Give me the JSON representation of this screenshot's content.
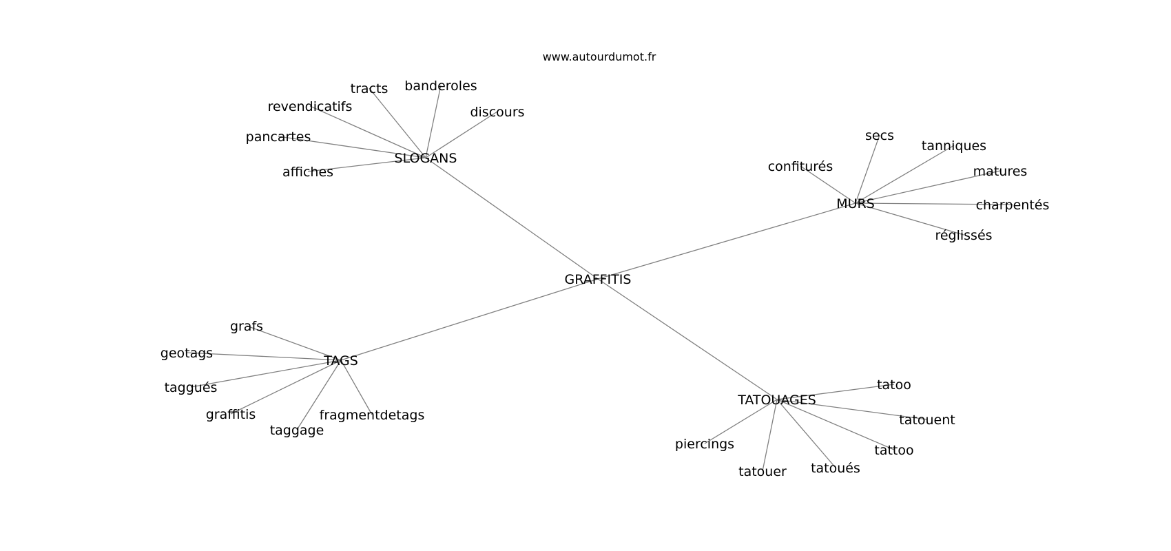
{
  "site": "www.autourdumot.fr",
  "center": "GRAFFITIS",
  "hubs": [
    {
      "id": "slogans",
      "label": "SLOGANS",
      "leaves": [
        "tracts",
        "banderoles",
        "discours",
        "revendicatifs",
        "pancartes",
        "affiches"
      ]
    },
    {
      "id": "murs",
      "label": "MURS",
      "leaves": [
        "secs",
        "tanniques",
        "confiturés",
        "matures",
        "charpentés",
        "réglissés"
      ]
    },
    {
      "id": "tags",
      "label": "TAGS",
      "leaves": [
        "grafs",
        "geotags",
        "taggués",
        "graffitis",
        "taggage",
        "fragmentdetags"
      ]
    },
    {
      "id": "tatouages",
      "label": "TATOUAGES",
      "leaves": [
        "tatoo",
        "tatouent",
        "tattoo",
        "tatoués",
        "tatouer",
        "piercings"
      ]
    }
  ]
}
